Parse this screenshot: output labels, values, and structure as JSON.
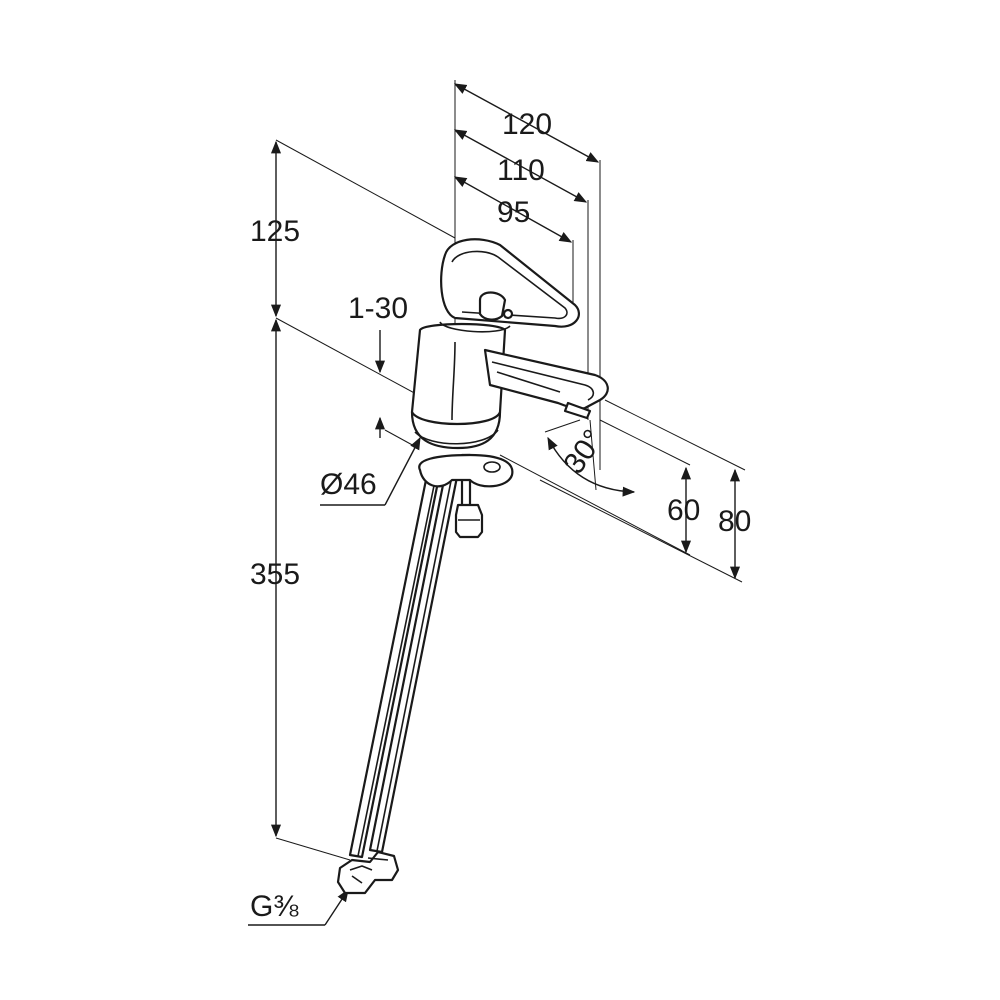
{
  "drawing": {
    "dimensions": {
      "reach_total": "120",
      "reach_spout": "110",
      "reach_lever": "95",
      "height_above_spout": "125",
      "deck_thickness": "1-30",
      "base_diameter": "Ø46",
      "hose_length": "355",
      "spout_angle": "30°",
      "spout_height": "60",
      "body_height": "80",
      "thread_size": "G⅜"
    }
  }
}
